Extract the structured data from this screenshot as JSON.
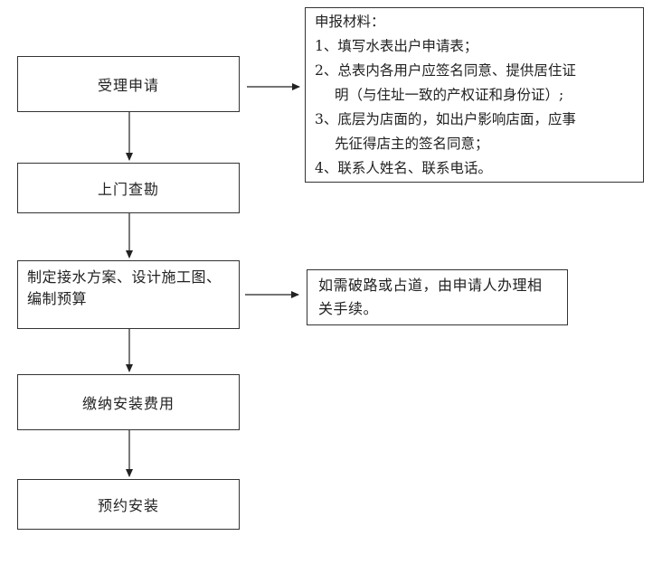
{
  "steps": [
    {
      "label": "受理申请"
    },
    {
      "label": "上门查勘"
    },
    {
      "label": "制定接水方案、设计施工图、编制预算"
    },
    {
      "label": "缴纳安装费用"
    },
    {
      "label": "预约安装"
    }
  ],
  "materials": {
    "title": "申报材料：",
    "items": [
      {
        "line1": "1、填写水表出户申请表；",
        "line2": ""
      },
      {
        "line1": "2、总表内各用户应签名同意、提供居住证",
        "line2": "明（与住址一致的产权证和身份证）;"
      },
      {
        "line1": "3、底层为店面的，如出户影响店面，应事",
        "line2": "先征得店主的签名同意；"
      },
      {
        "line1": "4、联系人姓名、联系电话。",
        "line2": ""
      }
    ]
  },
  "road_note": {
    "text": "如需破路或占道，由申请人办理相关手续。"
  }
}
